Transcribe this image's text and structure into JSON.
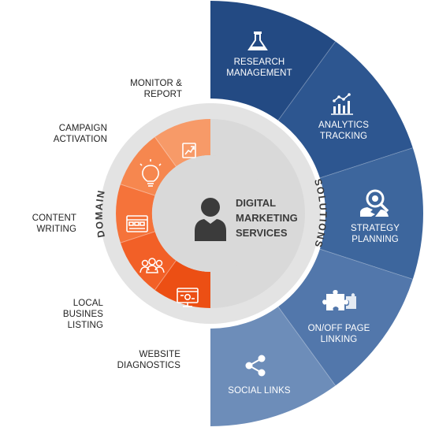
{
  "center": {
    "lines": [
      "DIGITAL",
      "MARKETING",
      "SERVICES"
    ],
    "icon": "user-icon"
  },
  "ring_labels": {
    "left": "DOMAIN",
    "right": "SOLUTIONS"
  },
  "solutions": [
    {
      "lines": [
        "RESEARCH",
        "MANAGEMENT"
      ],
      "icon": "flask-icon"
    },
    {
      "lines": [
        "ANALYTICS",
        "TRACKING"
      ],
      "icon": "analytics-chart-icon"
    },
    {
      "lines": [
        "STRATEGY",
        "PLANNING"
      ],
      "icon": "magnifier-person-icon"
    },
    {
      "lines": [
        "ON/OFF PAGE",
        "LINKING"
      ],
      "icon": "puzzle-icon"
    },
    {
      "lines": [
        "SOCIAL LINKS"
      ],
      "icon": "share-icon"
    }
  ],
  "domains": [
    {
      "lines": [
        "MONITOR &",
        "REPORT"
      ],
      "icon": "report-chart-icon"
    },
    {
      "lines": [
        "CAMPAIGN",
        "ACTIVATION"
      ],
      "icon": "lightbulb-icon"
    },
    {
      "lines": [
        "CONTENT",
        "WRITING"
      ],
      "icon": "browser-window-icon"
    },
    {
      "lines": [
        "LOCAL",
        "BUSINES",
        "LISTING"
      ],
      "icon": "people-group-icon"
    },
    {
      "lines": [
        "WEBSITE",
        "DIAGNOSTICS"
      ],
      "icon": "monitor-gear-icon"
    }
  ],
  "colors": {
    "solutions": [
      "#234a83",
      "#2d5690",
      "#3d669d",
      "#5277ab",
      "#6d8db9"
    ],
    "domains": [
      "#f79a68",
      "#f6874f",
      "#f5733a",
      "#f26027",
      "#ec4f14"
    ],
    "ring_gray": "#e3e3e3",
    "center_gray": "#d9d9d9"
  }
}
